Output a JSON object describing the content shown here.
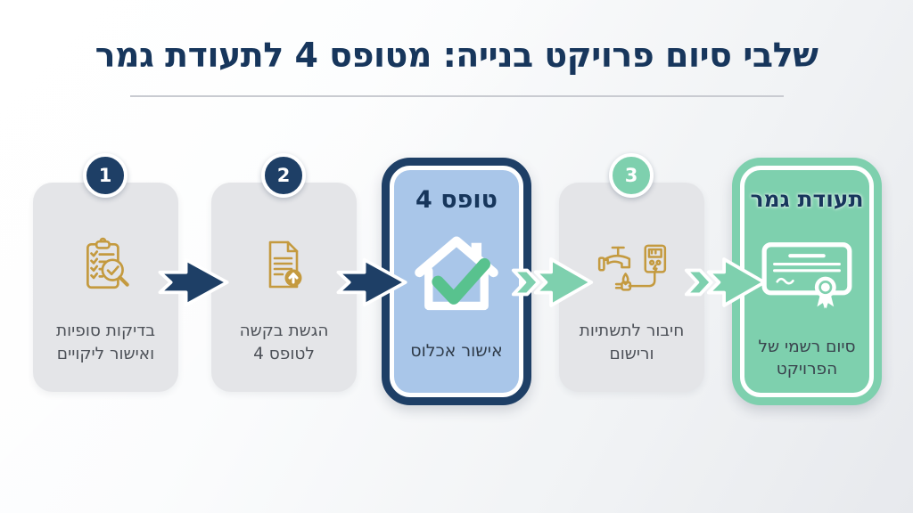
{
  "page_title": "שלבי סיום פרויקט בנייה: מטופס 4 לתעודת גמר",
  "steps": [
    {
      "badge": "1",
      "icon": "clipboard-inspection",
      "label_line1": "בדיקות סופיות",
      "label_line2": "ואישור ליקויים"
    },
    {
      "badge": "2",
      "icon": "document-upload",
      "label_line1": "הגשת בקשה",
      "label_line2": "לטופס 4"
    },
    {
      "title": "טופס 4",
      "icon": "house-check",
      "label_line1": "אישור אכלוס",
      "highlight": "blue"
    },
    {
      "badge": "3",
      "icon": "utilities-connection",
      "label_line1": "חיבור לתשתיות",
      "label_line2": "ורישום"
    },
    {
      "title": "תעודת גמר",
      "icon": "certificate",
      "label_line1": "סיום רשמי של",
      "label_line2": "הפרויקט",
      "highlight": "green"
    }
  ],
  "colors": {
    "navy": "#1e3f66",
    "title_text": "#17365c",
    "mint": "#7ed0ae",
    "check_green": "#58c28e",
    "gold": "#c49a3f",
    "card_gray": "#e4e5e8",
    "light_blue": "#a9c6e9",
    "label_gray": "#4d5158"
  }
}
